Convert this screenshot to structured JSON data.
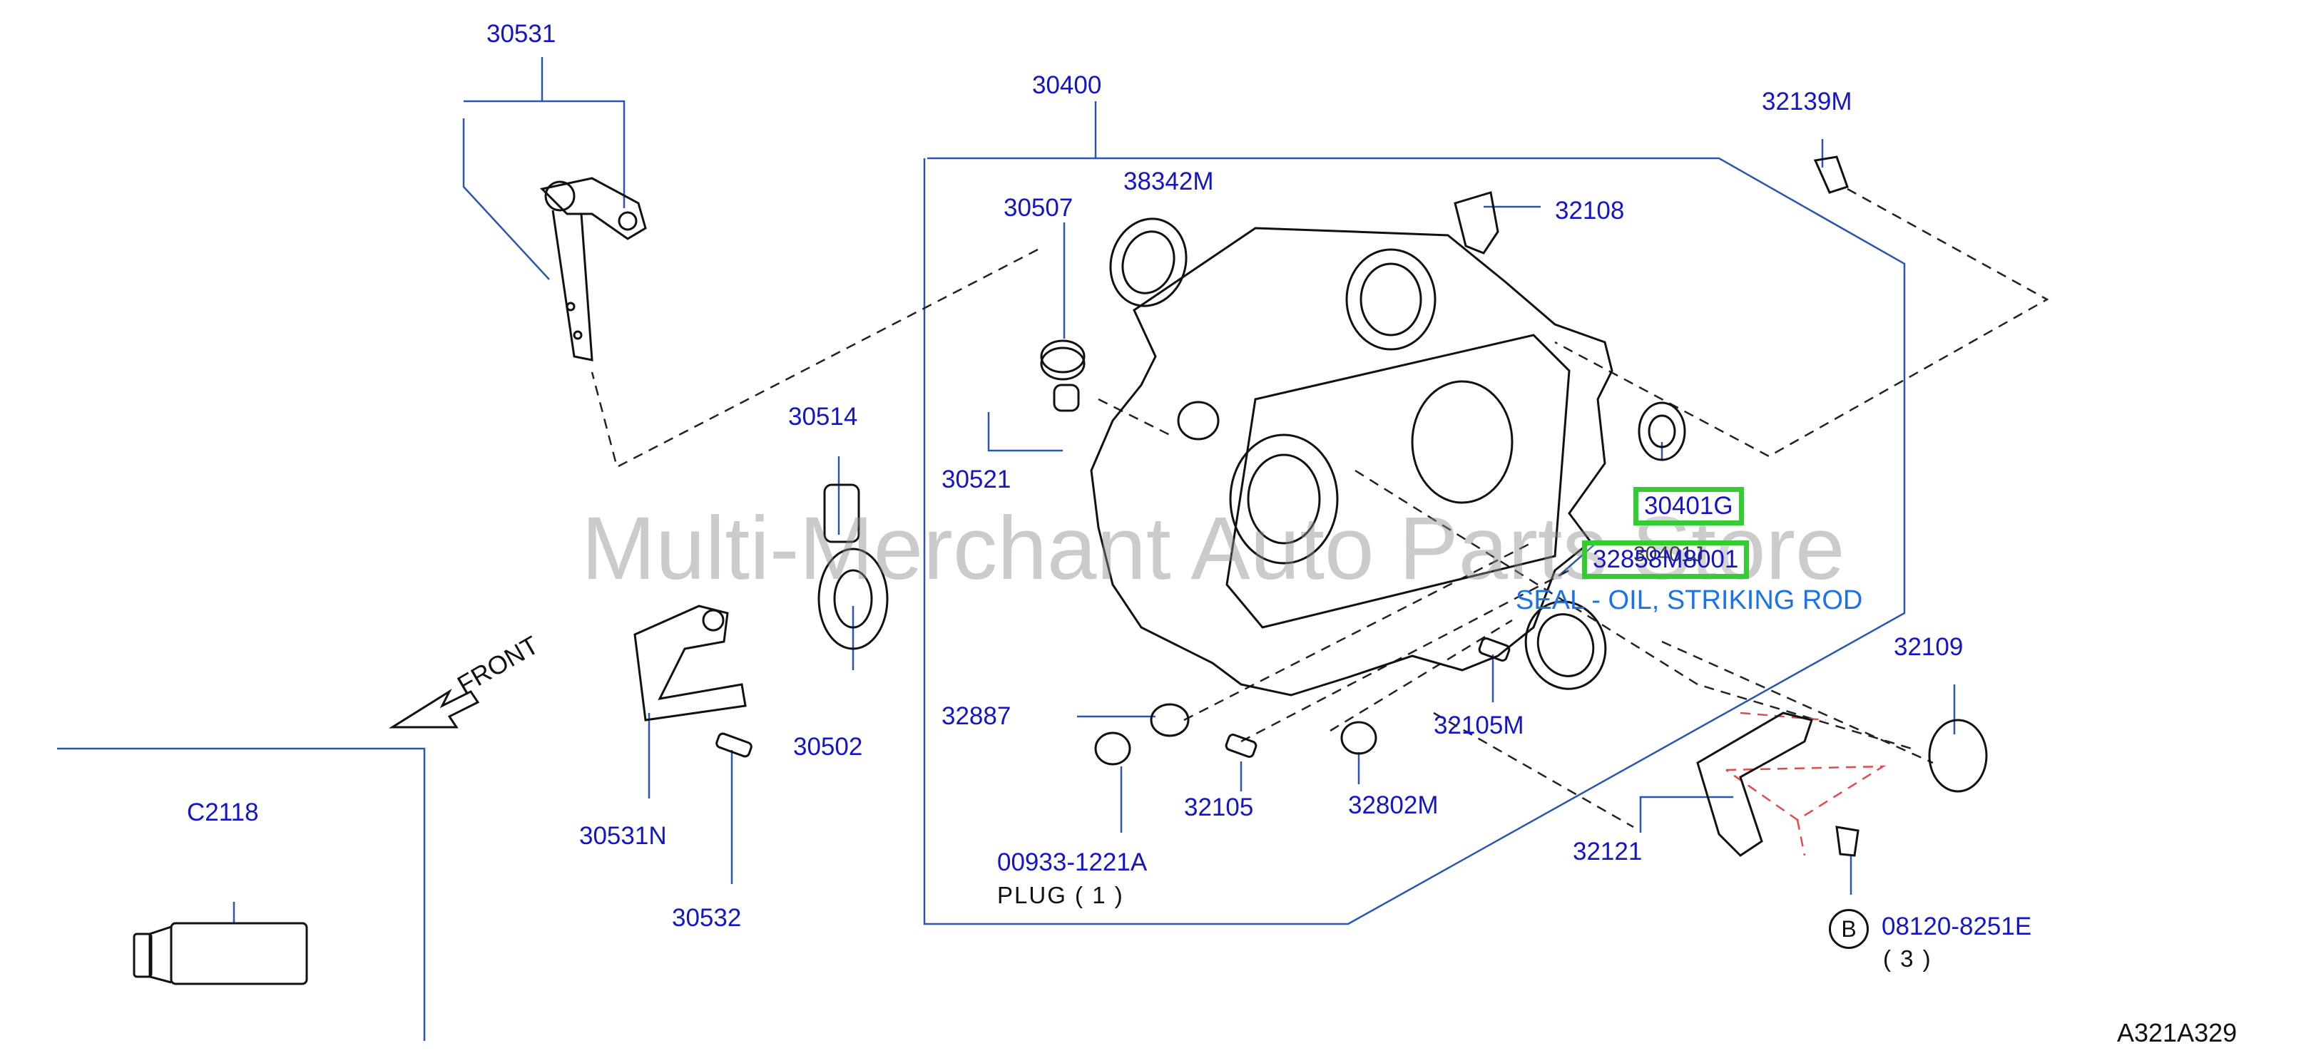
{
  "reference_code": "A321A329",
  "watermark": "Multi-Merchant Auto Parts Store",
  "front_label": "FRONT",
  "bolt_symbol": "B",
  "parts": [
    {
      "id": "p30531",
      "number": "30531"
    },
    {
      "id": "p30400",
      "number": "30400"
    },
    {
      "id": "p32139M",
      "number": "32139M"
    },
    {
      "id": "p38342M",
      "number": "38342M"
    },
    {
      "id": "p30507",
      "number": "30507"
    },
    {
      "id": "p32108",
      "number": "32108"
    },
    {
      "id": "p30514",
      "number": "30514"
    },
    {
      "id": "p30521",
      "number": "30521"
    },
    {
      "id": "p30401G",
      "number": "30401G"
    },
    {
      "id": "p30401J",
      "number": "30401J"
    },
    {
      "id": "p32858M",
      "number": "32858M8001"
    },
    {
      "id": "p32109",
      "number": "32109"
    },
    {
      "id": "p32887",
      "number": "32887"
    },
    {
      "id": "p30502",
      "number": "30502"
    },
    {
      "id": "p32105M",
      "number": "32105M"
    },
    {
      "id": "p30531N",
      "number": "30531N"
    },
    {
      "id": "p32105",
      "number": "32105"
    },
    {
      "id": "p32802M",
      "number": "32802M"
    },
    {
      "id": "p32121",
      "number": "32121"
    },
    {
      "id": "pC2118",
      "number": "C2118"
    },
    {
      "id": "p00933",
      "number": "00933-1221A"
    },
    {
      "id": "p30532",
      "number": "30532"
    },
    {
      "id": "p08120",
      "number": "08120-8251E"
    }
  ],
  "selected_part_description": "SEAL - OIL, STRIKING ROD",
  "plug_note": "PLUG  ( 1 )",
  "bolt_qty": "( 3 )"
}
